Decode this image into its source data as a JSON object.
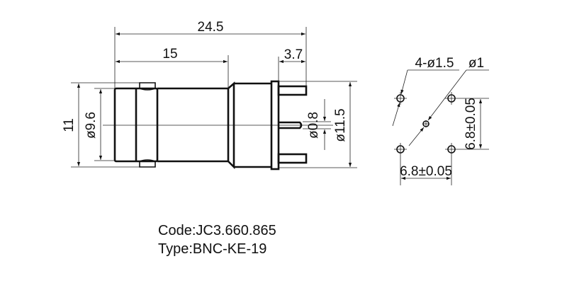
{
  "drawing": {
    "side_view": {
      "dimensions": {
        "overall_length": "24.5",
        "body_length": "15",
        "pin_length": "3.7",
        "flange_height": "11",
        "body_diameter": "ø9.6",
        "center_pin_diameter": "ø0.8",
        "rear_diameter": "ø11.5"
      }
    },
    "pcb_footprint": {
      "dimensions": {
        "mounting_holes": "4-ø1.5",
        "center_hole": "ø1",
        "horizontal_spacing": "6.8±0.05",
        "vertical_spacing": "6.8±0.05"
      }
    }
  },
  "caption": {
    "code": "Code:JC3.660.865",
    "type": "Type:BNC-KE-19"
  }
}
